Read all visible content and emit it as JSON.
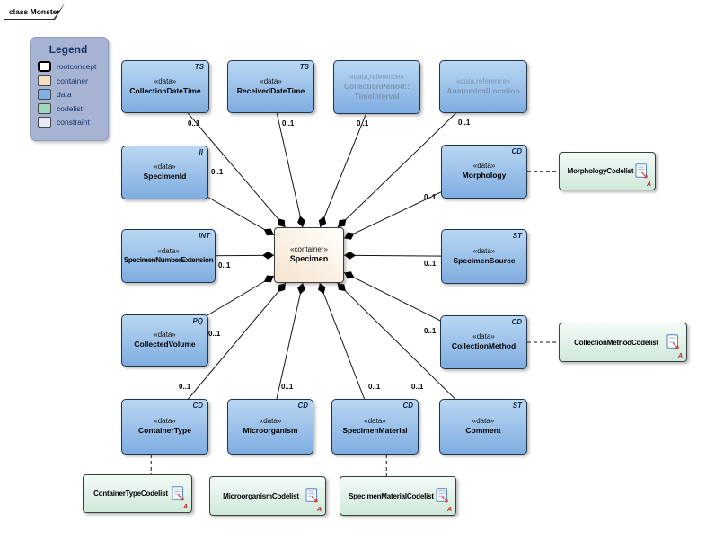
{
  "frame": {
    "tab_label": "class Monster"
  },
  "legend": {
    "title": "Legend",
    "items": [
      {
        "label": "rootconcept",
        "color": "#ffffff"
      },
      {
        "label": "container",
        "color": "#f7dfc1"
      },
      {
        "label": "data",
        "color": "#7fb2e4"
      },
      {
        "label": "codelist",
        "color": "#9ed9bd"
      },
      {
        "label": "constraint",
        "color": "#e9eaf8"
      }
    ]
  },
  "colors": {
    "data_fill": "#8fb9e8",
    "container_fill": "#f8e9d7",
    "codelist_fill": "#d9efe3",
    "reference_text": "#7d95b3",
    "line": "#151515",
    "marker_red": "#c41f1f"
  },
  "marks": {
    "codelist_marker": "A"
  },
  "nodes": {
    "specimen": {
      "stereotype": "«container»",
      "name": "Specimen"
    },
    "collection_date_time": {
      "stereotype": "«data»",
      "name": "CollectionDateTime",
      "type": "TS"
    },
    "received_date_time": {
      "stereotype": "«data»",
      "name": "ReceivedDateTime",
      "type": "TS"
    },
    "collection_period": {
      "stereotype": "«data,reference»",
      "name": "CollectionPeriod::",
      "name2": "TimeInterval"
    },
    "anatomical_location": {
      "stereotype": "«data,reference»",
      "name": "AnatomicalLocation"
    },
    "specimen_id": {
      "stereotype": "«data»",
      "name": "SpecimenId",
      "type": "II"
    },
    "morphology": {
      "stereotype": "«data»",
      "name": "Morphology",
      "type": "CD"
    },
    "specimen_number_extension": {
      "stereotype": "«data»",
      "name": "SpecimenNumberExtension",
      "type": "INT"
    },
    "specimen_source": {
      "stereotype": "«data»",
      "name": "SpecimenSource",
      "type": "ST"
    },
    "collected_volume": {
      "stereotype": "«data»",
      "name": "CollectedVolume",
      "type": "PQ"
    },
    "collection_method": {
      "stereotype": "«data»",
      "name": "CollectionMethod",
      "type": "CD"
    },
    "container_type": {
      "stereotype": "«data»",
      "name": "ContainerType",
      "type": "CD"
    },
    "microorganism": {
      "stereotype": "«data»",
      "name": "Microorganism",
      "type": "CD"
    },
    "specimen_material": {
      "stereotype": "«data»",
      "name": "SpecimenMaterial",
      "type": "CD"
    },
    "comment": {
      "stereotype": "«data»",
      "name": "Comment",
      "type": "ST"
    },
    "morphology_codelist": {
      "name": "MorphologyCodelist"
    },
    "collection_method_codelist": {
      "name": "CollectionMethodCodelist"
    },
    "container_type_codelist": {
      "name": "ContainerTypeCodelist"
    },
    "microorganism_codelist": {
      "name": "MicroorganismCodelist"
    },
    "specimen_material_codelist": {
      "name": "SpecimenMaterialCodelist"
    }
  },
  "connections": [
    {
      "from": "node-collection-date-time",
      "to": "node-specimen",
      "mult": "0..1"
    },
    {
      "from": "node-received-date-time",
      "to": "node-specimen",
      "mult": "0..1"
    },
    {
      "from": "node-collection-period",
      "to": "node-specimen",
      "mult": "0..1"
    },
    {
      "from": "node-anatomical-location",
      "to": "node-specimen",
      "mult": "0..1"
    },
    {
      "from": "node-specimen-id",
      "to": "node-specimen",
      "mult": "0..1"
    },
    {
      "from": "node-morphology",
      "to": "node-specimen",
      "mult": "0..1"
    },
    {
      "from": "node-specimen-number-extension",
      "to": "node-specimen",
      "mult": "0..1"
    },
    {
      "from": "node-specimen-source",
      "to": "node-specimen",
      "mult": "0..1"
    },
    {
      "from": "node-collected-volume",
      "to": "node-specimen",
      "mult": "0..1"
    },
    {
      "from": "node-collection-method",
      "to": "node-specimen",
      "mult": "0..1"
    },
    {
      "from": "node-container-type",
      "to": "node-specimen",
      "mult": "0..1"
    },
    {
      "from": "node-microorganism",
      "to": "node-specimen",
      "mult": "0..1"
    },
    {
      "from": "node-specimen-material",
      "to": "node-specimen",
      "mult": "0..1"
    },
    {
      "from": "node-comment",
      "to": "node-specimen",
      "mult": "0..1"
    }
  ],
  "codelist_links": [
    {
      "from": "node-morphology",
      "to": "node-morphology-codelist"
    },
    {
      "from": "node-collection-method",
      "to": "node-collection-method-codelist"
    },
    {
      "from": "node-container-type",
      "to": "node-container-type-codelist"
    },
    {
      "from": "node-microorganism",
      "to": "node-microorganism-codelist"
    },
    {
      "from": "node-specimen-material",
      "to": "node-specimen-material-codelist"
    }
  ]
}
